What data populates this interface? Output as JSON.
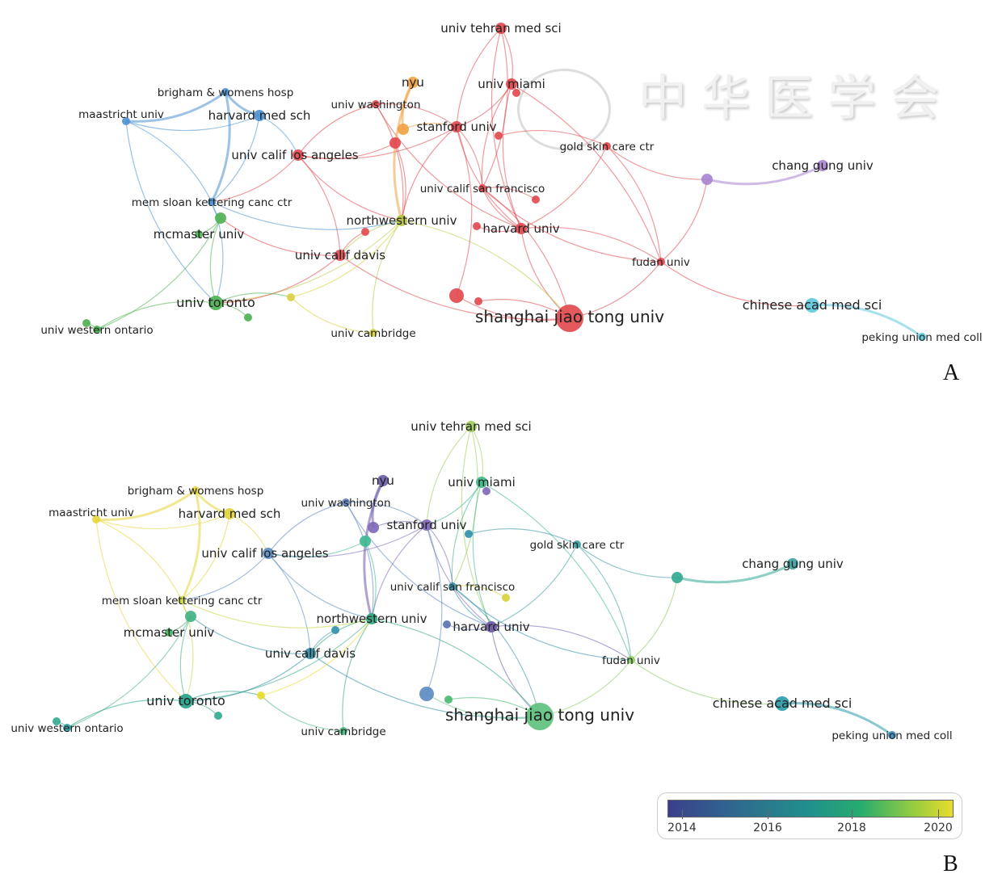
{
  "watermark": "中华医学会",
  "panels": [
    {
      "label": "A"
    },
    {
      "label": "B"
    }
  ],
  "legend": {
    "ticks": [
      "2014",
      "2016",
      "2018",
      "2020"
    ],
    "colors": [
      "#3b3f8c",
      "#21918c",
      "#27ad6e",
      "#e8dc2c"
    ]
  },
  "nodes": [
    {
      "id": "tehran",
      "label": "univ tehran med sci",
      "weight": 2,
      "colorA": "#e0474c",
      "colorB": "#9ccc5a"
    },
    {
      "id": "nyu",
      "label": "nyu",
      "weight": 2,
      "colorA": "#f0a040",
      "colorB": "#6a5aa8"
    },
    {
      "id": "miami",
      "label": "univ miami",
      "weight": 2,
      "colorA": "#e0474c",
      "colorB": "#3cb88a"
    },
    {
      "id": "washington",
      "label": "univ washington",
      "weight": 1,
      "colorA": "#e0474c",
      "colorB": "#5d83c0"
    },
    {
      "id": "stanford",
      "label": "stanford univ",
      "weight": 2,
      "colorA": "#e0474c",
      "colorB": "#7e66b8"
    },
    {
      "id": "ucla",
      "label": "univ calif los angeles",
      "weight": 2,
      "colorA": "#e0474c",
      "colorB": "#5a8ac0"
    },
    {
      "id": "brigham",
      "label": "brigham & womens hosp",
      "weight": 1,
      "colorA": "#4a90d0",
      "colorB": "#e6d63a"
    },
    {
      "id": "maastricht",
      "label": "maastricht univ",
      "weight": 1,
      "colorA": "#4a90d0",
      "colorB": "#e6d63a"
    },
    {
      "id": "harvms",
      "label": "harvard med sch",
      "weight": 2,
      "colorA": "#4a90d0",
      "colorB": "#e0d43a"
    },
    {
      "id": "goldskin",
      "label": "gold skin care ctr",
      "weight": 1,
      "colorA": "#e0474c",
      "colorB": "#3a9aa0"
    },
    {
      "id": "changgung",
      "label": "chang gung univ",
      "weight": 2,
      "colorA": "#a884d0",
      "colorB": "#3aa0a0"
    },
    {
      "id": "ucsf",
      "label": "univ calif san francisco",
      "weight": 1,
      "colorA": "#e0474c",
      "colorB": "#2f8fa8"
    },
    {
      "id": "memsloan",
      "label": "mem sloan kettering canc ctr",
      "weight": 1,
      "colorA": "#4a90d0",
      "colorB": "#c8d440"
    },
    {
      "id": "northwestern",
      "label": "northwestern univ",
      "weight": 2,
      "colorA": "#b8c83c",
      "colorB": "#2fa880"
    },
    {
      "id": "harvu",
      "label": "harvard univ",
      "weight": 2,
      "colorA": "#e0474c",
      "colorB": "#6a58a8"
    },
    {
      "id": "mcmaster",
      "label": "mcmaster univ",
      "weight": 2,
      "colorA": "#4cb050",
      "colorB": "#40b080"
    },
    {
      "id": "ucdavis",
      "label": "univ calif davis",
      "weight": 2,
      "colorA": "#e0474c",
      "colorB": "#2a8aa0"
    },
    {
      "id": "fudan",
      "label": "fudan univ",
      "weight": 1,
      "colorA": "#e0474c",
      "colorB": "#8cc860"
    },
    {
      "id": "toronto",
      "label": "univ toronto",
      "weight": 3,
      "colorA": "#4cb050",
      "colorB": "#23a08a"
    },
    {
      "id": "uwo",
      "label": "univ western ontario",
      "weight": 1,
      "colorA": "#4cb050",
      "colorB": "#2a9aa0"
    },
    {
      "id": "cambridge",
      "label": "univ cambridge",
      "weight": 1,
      "colorA": "#d8d040",
      "colorB": "#48b880"
    },
    {
      "id": "sjtu",
      "label": "shanghai jiao tong univ",
      "weight": 5,
      "colorA": "#e0474c",
      "colorB": "#5cc07a"
    },
    {
      "id": "chinese",
      "label": "chinese acad med sci",
      "weight": 3,
      "colorA": "#5cc8d8",
      "colorB": "#2a9aa8"
    },
    {
      "id": "peking",
      "label": "peking union med coll",
      "weight": 1,
      "colorA": "#5cc8d8",
      "colorB": "#3a8ab8"
    },
    {
      "id": "o1",
      "label": "",
      "weight": 2,
      "colorA": "#f0a040",
      "colorB": "#7e66b8"
    },
    {
      "id": "r1",
      "label": "",
      "weight": 2,
      "colorA": "#e0474c",
      "colorB": "#3cb890"
    },
    {
      "id": "r2",
      "label": "",
      "weight": 1,
      "colorA": "#e0474c",
      "colorB": "#7e66b8"
    },
    {
      "id": "r3",
      "label": "",
      "weight": 1,
      "colorA": "#e0474c",
      "colorB": "#2f8fa8"
    },
    {
      "id": "r4",
      "label": "",
      "weight": 1,
      "colorA": "#e0474c",
      "colorB": "#2f8fa8"
    },
    {
      "id": "r5",
      "label": "",
      "weight": 3,
      "colorA": "#e0474c",
      "colorB": "#5a8ac0"
    },
    {
      "id": "r6",
      "label": "",
      "weight": 1,
      "colorA": "#e0474c",
      "colorB": "#48b870"
    },
    {
      "id": "r7",
      "label": "",
      "weight": 1,
      "colorA": "#e0474c",
      "colorB": "#5a70b0"
    },
    {
      "id": "r8",
      "label": "",
      "weight": 1,
      "colorA": "#e0474c",
      "colorB": "#d8d03a"
    },
    {
      "id": "p1",
      "label": "",
      "weight": 2,
      "colorA": "#a884d0",
      "colorB": "#30a890"
    },
    {
      "id": "g1",
      "label": "",
      "weight": 1,
      "colorA": "#4cb050",
      "colorB": "#30a890"
    },
    {
      "id": "g2",
      "label": "",
      "weight": 1,
      "colorA": "#4cb050",
      "colorB": "#30a890"
    },
    {
      "id": "g3",
      "label": "",
      "weight": 1,
      "colorA": "#4cb050",
      "colorB": "#40b060"
    },
    {
      "id": "y1",
      "label": "",
      "weight": 1,
      "colorA": "#d8d040",
      "colorB": "#e8dc2c"
    }
  ],
  "edges": [
    [
      "tehran",
      "miami"
    ],
    [
      "tehran",
      "stanford"
    ],
    [
      "tehran",
      "ucsf"
    ],
    [
      "tehran",
      "harvu"
    ],
    [
      "miami",
      "stanford"
    ],
    [
      "miami",
      "harvu"
    ],
    [
      "miami",
      "fudan"
    ],
    [
      "miami",
      "ucsf"
    ],
    [
      "washington",
      "stanford"
    ],
    [
      "washington",
      "ucla"
    ],
    [
      "washington",
      "northwestern"
    ],
    [
      "washington",
      "harvu"
    ],
    [
      "stanford",
      "ucla"
    ],
    [
      "stanford",
      "northwestern"
    ],
    [
      "stanford",
      "ucsf"
    ],
    [
      "stanford",
      "harvu"
    ],
    [
      "ucla",
      "ucdavis"
    ],
    [
      "ucla",
      "northwestern"
    ],
    [
      "ucla",
      "memsloan"
    ],
    [
      "ucsf",
      "harvu"
    ],
    [
      "ucsf",
      "sjtu"
    ],
    [
      "ucsf",
      "fudan"
    ],
    [
      "harvu",
      "fudan"
    ],
    [
      "harvu",
      "sjtu"
    ],
    [
      "goldskin",
      "fudan"
    ],
    [
      "goldskin",
      "p1"
    ],
    [
      "goldskin",
      "harvu"
    ],
    [
      "fudan",
      "p1"
    ],
    [
      "fudan",
      "sjtu"
    ],
    [
      "fudan",
      "chinese"
    ],
    [
      "chinese",
      "peking"
    ],
    [
      "p1",
      "changgung"
    ],
    [
      "northwestern",
      "sjtu"
    ],
    [
      "northwestern",
      "ucdavis"
    ],
    [
      "northwestern",
      "toronto"
    ],
    [
      "northwestern",
      "cambridge"
    ],
    [
      "ucdavis",
      "toronto"
    ],
    [
      "ucdavis",
      "sjtu"
    ],
    [
      "ucdavis",
      "mcmaster"
    ],
    [
      "nyu",
      "o1"
    ],
    [
      "o1",
      "stanford"
    ],
    [
      "nyu",
      "northwestern"
    ],
    [
      "brigham",
      "maastricht"
    ],
    [
      "brigham",
      "harvms"
    ],
    [
      "brigham",
      "memsloan"
    ],
    [
      "maastricht",
      "harvms"
    ],
    [
      "maastricht",
      "memsloan"
    ],
    [
      "maastricht",
      "toronto"
    ],
    [
      "harvms",
      "memsloan"
    ],
    [
      "memsloan",
      "mcmaster"
    ],
    [
      "memsloan",
      "toronto"
    ],
    [
      "mcmaster",
      "toronto"
    ],
    [
      "mcmaster",
      "uwo"
    ],
    [
      "toronto",
      "uwo"
    ],
    [
      "toronto",
      "y1"
    ],
    [
      "g1",
      "toronto"
    ],
    [
      "g2",
      "uwo"
    ],
    [
      "g3",
      "mcmaster"
    ],
    [
      "harvms",
      "ucla"
    ],
    [
      "memsloan",
      "northwestern"
    ],
    [
      "cambridge",
      "y1"
    ],
    [
      "y1",
      "northwestern"
    ],
    [
      "sjtu",
      "r5"
    ],
    [
      "r5",
      "stanford"
    ],
    [
      "r1",
      "ucla"
    ],
    [
      "r2",
      "miami"
    ],
    [
      "r3",
      "goldskin"
    ],
    [
      "r4",
      "ucdavis"
    ],
    [
      "r6",
      "sjtu"
    ],
    [
      "r7",
      "harvu"
    ],
    [
      "r1",
      "northwestern"
    ],
    [
      "r8",
      "ucsf"
    ]
  ]
}
